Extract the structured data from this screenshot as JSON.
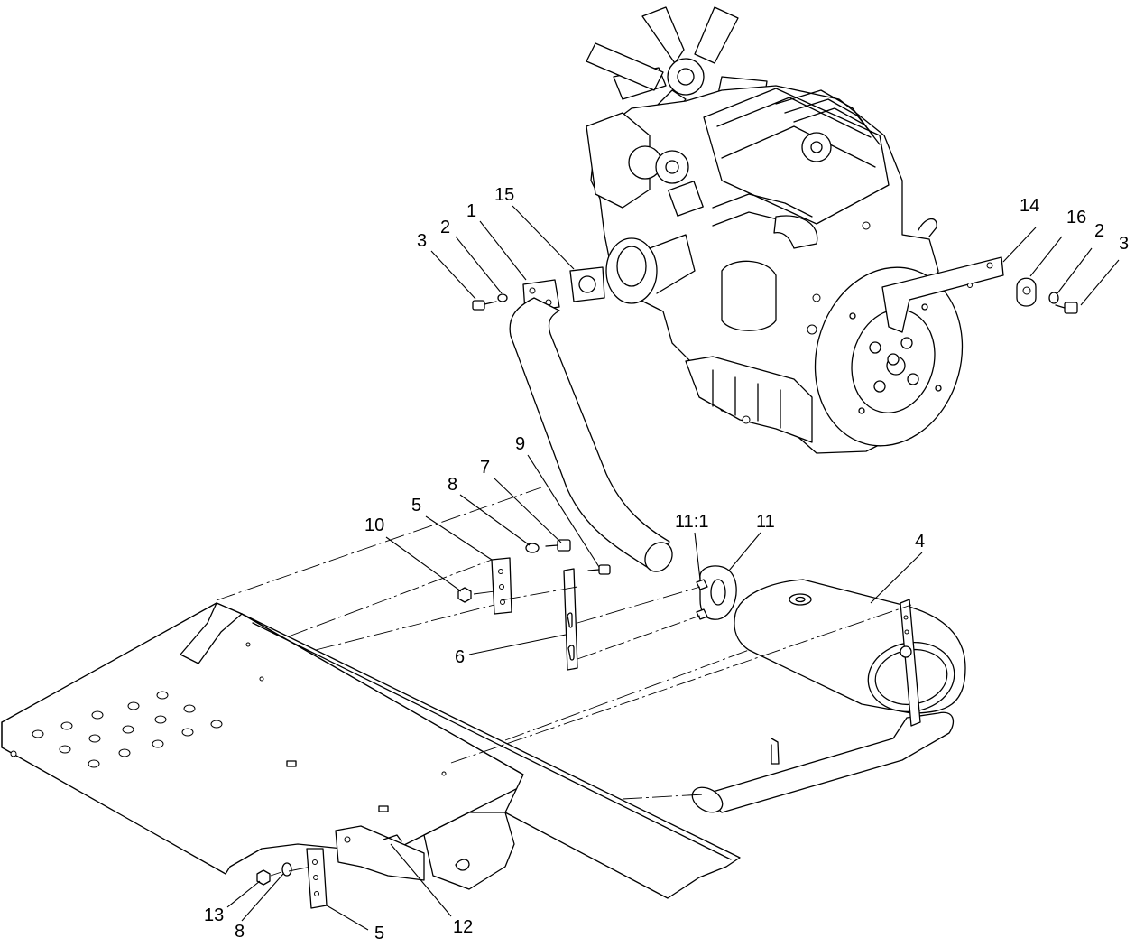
{
  "diagram": {
    "callouts": [
      {
        "id": "c3a",
        "text": "3"
      },
      {
        "id": "c2a",
        "text": "2"
      },
      {
        "id": "c1",
        "text": "1"
      },
      {
        "id": "c15",
        "text": "15"
      },
      {
        "id": "c14",
        "text": "14"
      },
      {
        "id": "c16",
        "text": "16"
      },
      {
        "id": "c2b",
        "text": "2"
      },
      {
        "id": "c3b",
        "text": "3"
      },
      {
        "id": "c9",
        "text": "9"
      },
      {
        "id": "c7",
        "text": "7"
      },
      {
        "id": "c8a",
        "text": "8"
      },
      {
        "id": "c5a",
        "text": "5"
      },
      {
        "id": "c10",
        "text": "10"
      },
      {
        "id": "c11_1",
        "text": "11:1"
      },
      {
        "id": "c11",
        "text": "11"
      },
      {
        "id": "c4",
        "text": "4"
      },
      {
        "id": "c6",
        "text": "6"
      },
      {
        "id": "c13",
        "text": "13"
      },
      {
        "id": "c8b",
        "text": "8"
      },
      {
        "id": "c5b",
        "text": "5"
      },
      {
        "id": "c12",
        "text": "12"
      }
    ]
  }
}
